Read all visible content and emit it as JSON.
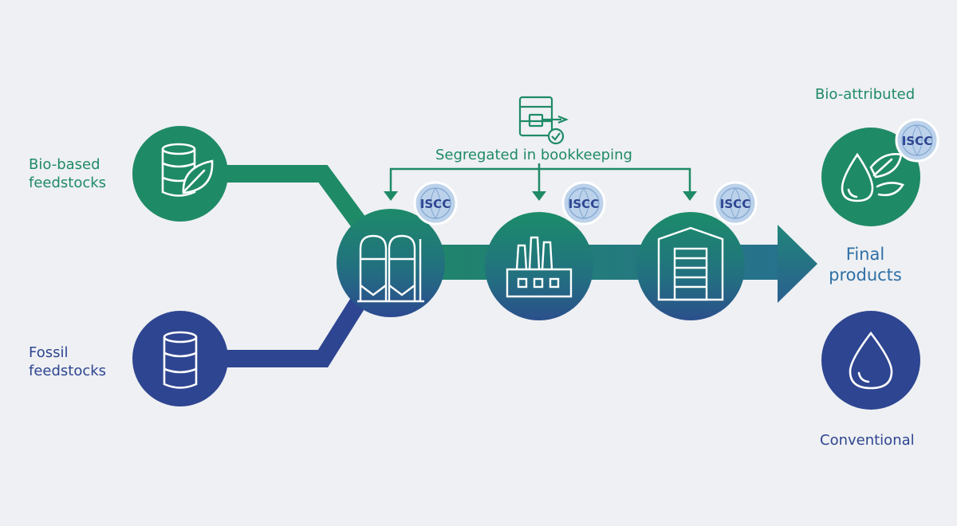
{
  "labels": {
    "bio_feedstocks_line1": "Bio-based",
    "bio_feedstocks_line2": "feedstocks",
    "fossil_feedstocks_line1": "Fossil",
    "fossil_feedstocks_line2": "feedstocks",
    "bookkeeping": "Segregated in bookkeeping",
    "final_line1": "Final",
    "final_line2": "products",
    "bio_attributed": "Bio-attributed",
    "conventional": "Conventional"
  },
  "badge_text": "ISCC",
  "icons": {
    "bio_feedstock": "barrel-leaf-icon",
    "fossil_feedstock": "barrel-icon",
    "storage": "silo-icon",
    "processing": "factory-icon",
    "warehouse": "warehouse-icon",
    "bookkeeping": "ledger-check-icon",
    "bio_product": "drop-leaf-icon",
    "conventional_product": "drop-icon"
  },
  "colors": {
    "green": "#1f8a66",
    "navy": "#2e4591",
    "background": "#eef0f3",
    "badge": "#bcd2ea"
  }
}
